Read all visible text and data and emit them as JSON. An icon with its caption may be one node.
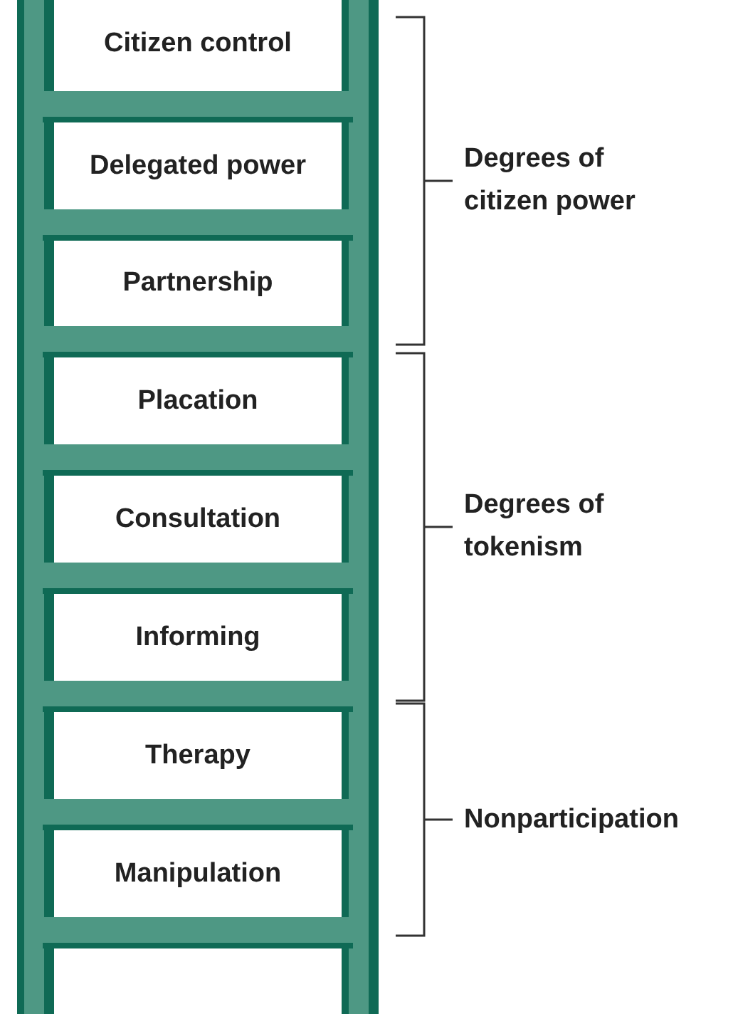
{
  "diagram": {
    "nodes": [
      {
        "text": [
          "Citizen control"
        ]
      },
      {
        "text": [
          "Delegated power"
        ]
      },
      {
        "text": [
          "Partnership"
        ]
      },
      {
        "text": [
          "Placation"
        ]
      },
      {
        "text": [
          "Consultation"
        ]
      },
      {
        "text": [
          "Informing"
        ]
      },
      {
        "text": [
          "Therapy"
        ]
      },
      {
        "text": [
          "Manipulation"
        ]
      }
    ],
    "labels": [
      "Degrees of citizen power",
      "Degrees of tokenism",
      "Nonparticipation"
    ]
  }
}
